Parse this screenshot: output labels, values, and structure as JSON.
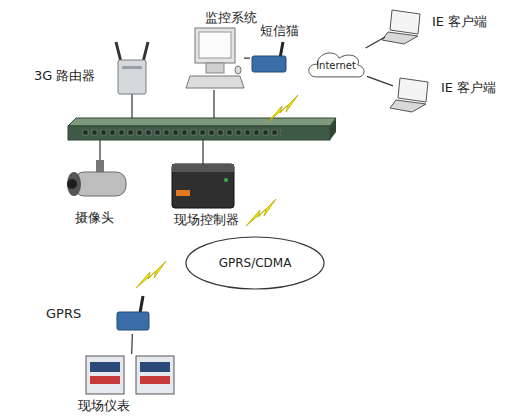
{
  "diagram": {
    "nodes": [
      {
        "text": [
          "监控系统"
        ]
      },
      {
        "text": [
          "IE 客户端"
        ]
      },
      {
        "text": [
          "短信猫"
        ]
      },
      {
        "text": [
          "Internet"
        ]
      },
      {
        "text": [
          "3G 路由器"
        ]
      },
      {
        "text": [
          "IE 客户端"
        ]
      },
      {
        "text": [
          "摄像头"
        ]
      },
      {
        "text": [
          "现场控制器"
        ]
      },
      {
        "text": [
          "GPRS/CDMA"
        ]
      },
      {
        "text": [
          "GPRS"
        ]
      },
      {
        "text": [
          "现场仪表"
        ]
      }
    ],
    "edges": [
      {
        "from": 0,
        "to": 2,
        "arrow": "none"
      },
      {
        "from": 3,
        "to": 1,
        "arrow": "none"
      },
      {
        "from": 3,
        "to": 5,
        "arrow": "none"
      },
      {
        "from": 9,
        "to": 10,
        "arrow": "none"
      }
    ]
  }
}
